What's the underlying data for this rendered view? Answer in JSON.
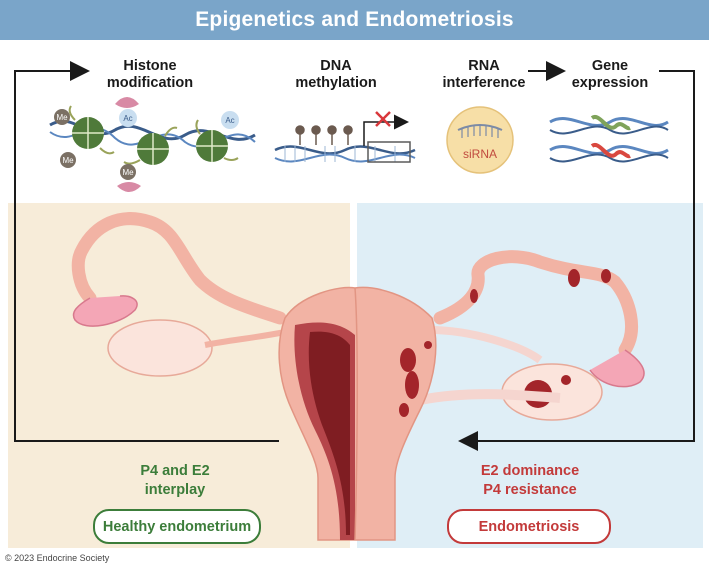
{
  "title": "Epigenetics and Endometriosis",
  "steps": {
    "histone": "Histone modification",
    "dna": "DNA methylation",
    "rna": "RNA interference",
    "gene": "Gene expression"
  },
  "histone_marks": {
    "me": "Me",
    "ac": "Ac"
  },
  "sirna": "siRNA",
  "healthy": {
    "caption_line1": "P4 and E2",
    "caption_line2": "interplay",
    "label": "Healthy endometrium"
  },
  "disease": {
    "caption_line1": "E2 dominance",
    "caption_line2": "P4 resistance",
    "label": "Endometriosis"
  },
  "copyright": "© 2023 Endocrine Society",
  "colors": {
    "banner": "#7aa5c9",
    "healthy_bg": "#f7ecd9",
    "disease_bg": "#dfeef6",
    "healthy_accent": "#3c7d3a",
    "disease_accent": "#c33a3a",
    "tissue": "#f2b3a4",
    "lesion": "#a3252a"
  }
}
